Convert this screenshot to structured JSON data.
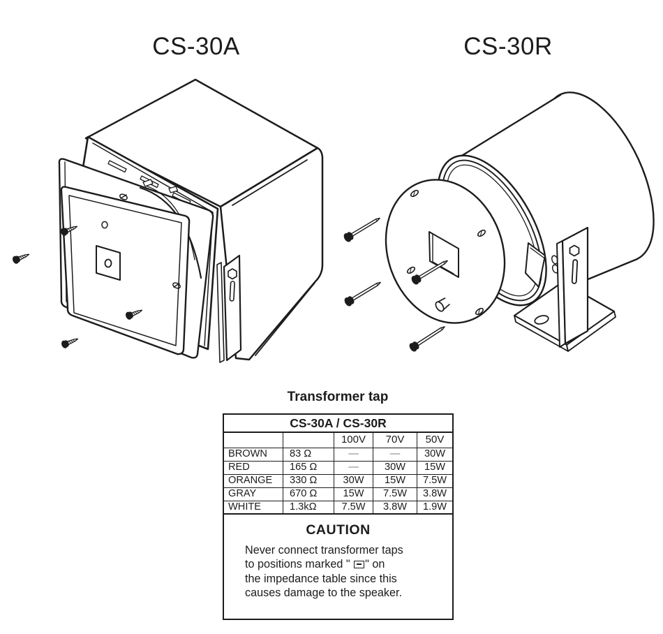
{
  "colors": {
    "background": "#ffffff",
    "line": "#1c1c1c",
    "dash_gray": "#7d7d7d"
  },
  "products": [
    {
      "label": "CS-30A"
    },
    {
      "label": "CS-30R"
    }
  ],
  "transformer_tap": {
    "title": "Transformer tap",
    "table": {
      "header": "CS-30A / CS-30R",
      "voltage_columns": [
        "100V",
        "70V",
        "50V"
      ],
      "rows": [
        {
          "color": "BROWN",
          "impedance": "83 Ω",
          "v100": "—",
          "v70": "—",
          "v50": "30W"
        },
        {
          "color": "RED",
          "impedance": "165 Ω",
          "v100": "—",
          "v70": "30W",
          "v50": "15W"
        },
        {
          "color": "ORANGE",
          "impedance": "330 Ω",
          "v100": "30W",
          "v70": "15W",
          "v50": "7.5W"
        },
        {
          "color": "GRAY",
          "impedance": "670 Ω",
          "v100": "15W",
          "v70": "7.5W",
          "v50": "3.8W"
        },
        {
          "color": "WHITE",
          "impedance": "1.3kΩ",
          "v100": "7.5W",
          "v70": "3.8W",
          "v50": "1.9W"
        }
      ]
    },
    "caution": {
      "heading": "CAUTION",
      "line1": "Never connect transformer taps",
      "line2_before": "to positions marked \" ",
      "line2_after": "\" on",
      "line3": "the impedance table since this",
      "line4": "causes damage to the speaker."
    }
  }
}
